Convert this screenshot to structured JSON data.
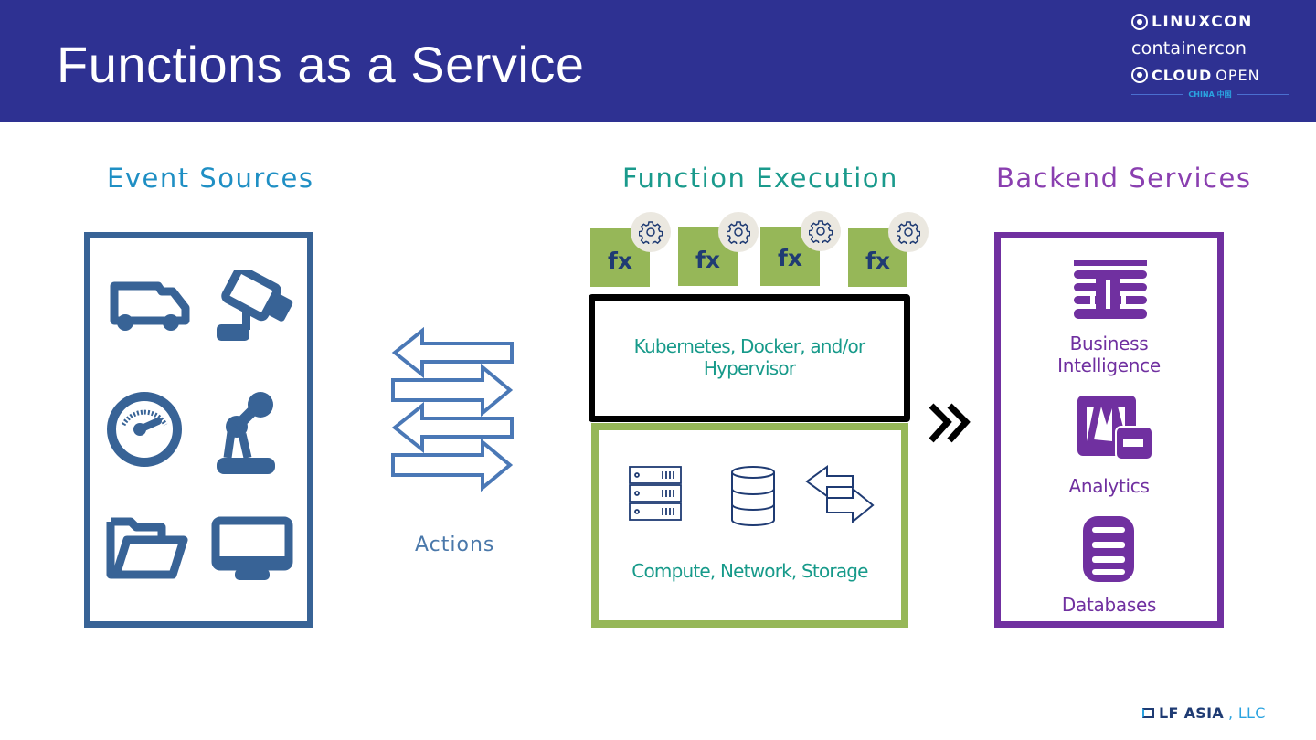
{
  "slide": {
    "title": "Functions as a Service",
    "logo": {
      "line1": "LINUXCON",
      "line2": "containercon",
      "line3_bold": "CLOUD",
      "line3_thin": "OPEN",
      "line4": "CHINA 中国"
    },
    "footer": {
      "company": "LF ASIA",
      "suffix": ", LLC"
    }
  },
  "sections": {
    "event_sources": {
      "heading": "Event Sources",
      "icons": [
        "truck-icon",
        "security-camera-icon",
        "speedometer-icon",
        "robot-arm-icon",
        "folder-icon",
        "monitor-icon"
      ]
    },
    "actions": {
      "label": "Actions",
      "arrows": [
        "left",
        "right",
        "left",
        "right"
      ]
    },
    "function_execution": {
      "heading": "Function Execution",
      "functions": [
        {
          "label": "fx",
          "icon": "gear-icon"
        },
        {
          "label": "fx",
          "icon": "gear-icon"
        },
        {
          "label": "fx",
          "icon": "gear-icon"
        },
        {
          "label": "fx",
          "icon": "gear-icon"
        }
      ],
      "runtime": {
        "line1": "Kubernetes, Docker, and/or",
        "line2": "Hypervisor"
      },
      "infrastructure": {
        "label": "Compute, Network, Storage",
        "icons": [
          "server-rack-icon",
          "database-icon",
          "network-arrows-icon"
        ]
      }
    },
    "backend_services": {
      "heading": "Backend Services",
      "items": [
        {
          "label_line1": "Business",
          "label_line2": "Intelligence",
          "icon": "business-intelligence-icon"
        },
        {
          "label_line1": "Analytics",
          "icon": "analytics-icon"
        },
        {
          "label_line1": "Databases",
          "icon": "database-icon"
        }
      ]
    }
  },
  "colors": {
    "header_bg": "#2e3192",
    "event_blue": "#386396",
    "function_green": "#96b758",
    "text_teal": "#179a8a",
    "backend_purple": "#7030a0"
  }
}
